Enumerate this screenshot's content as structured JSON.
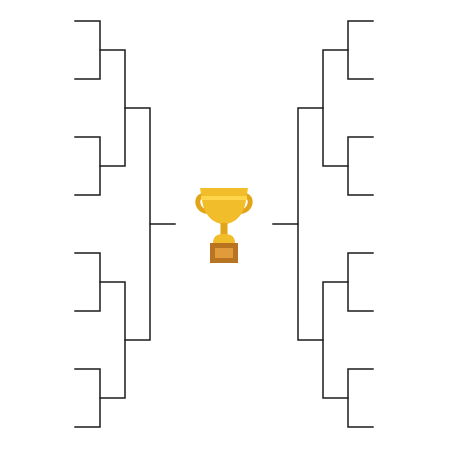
{
  "bracket": {
    "rounds_per_side": 4,
    "entrants_per_side": 8,
    "sides": [
      "left",
      "right"
    ]
  },
  "colors": {
    "background": "#ffffff",
    "line": "#1a1a1a",
    "trophy_cup": "#f2bd2a",
    "trophy_cup_shade": "#e2a517",
    "trophy_highlight": "#ffd54a",
    "trophy_base": "#b87420",
    "trophy_plate": "#e29b3a"
  },
  "icons": {
    "center": "trophy-icon"
  }
}
